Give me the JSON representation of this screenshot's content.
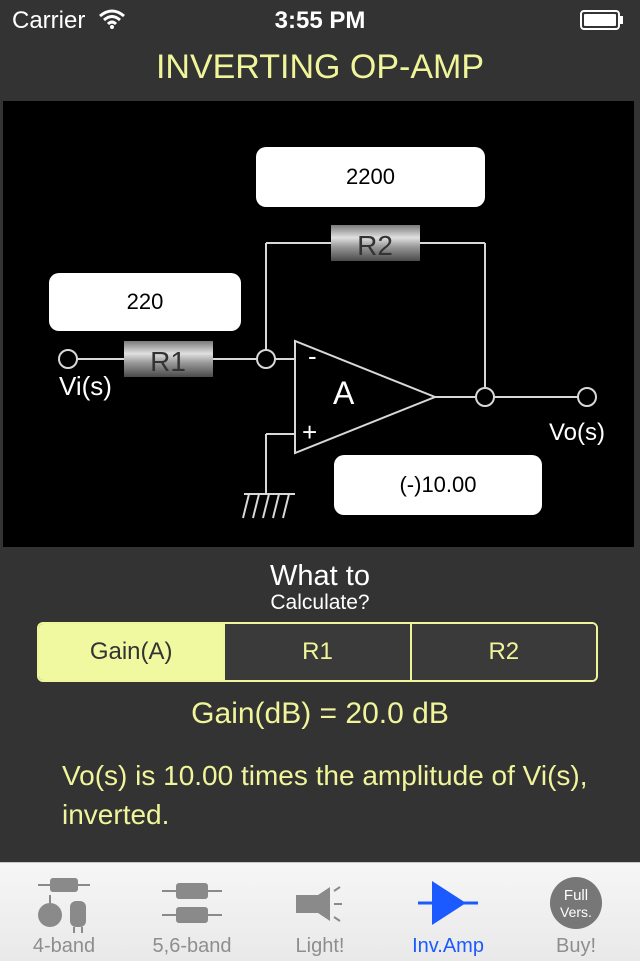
{
  "status_bar": {
    "carrier": "Carrier",
    "time": "3:55 PM"
  },
  "title": "INVERTING OP-AMP",
  "circuit": {
    "r2_value": "2200",
    "r1_value": "220",
    "output_value": "(-)10.00",
    "r1_label": "R1",
    "r2_label": "R2",
    "vi_label": "Vi(s)",
    "vo_label": "Vo(s)",
    "amp_label": "A",
    "minus_sign": "-",
    "plus_sign": "+"
  },
  "question": {
    "line1": "What to",
    "line2": "Calculate?"
  },
  "segments": [
    {
      "label": "Gain(A)",
      "selected": true
    },
    {
      "label": "R1",
      "selected": false
    },
    {
      "label": "R2",
      "selected": false
    }
  ],
  "gain_db": "Gain(dB) = 20.0 dB",
  "result_text": "Vo(s) is 10.00 times the amplitude of Vi(s), inverted.",
  "tabs": [
    {
      "label": "4-band",
      "icon": "resistor-4band-icon",
      "active": false
    },
    {
      "label": "5,6-band",
      "icon": "resistor-56band-icon",
      "active": false
    },
    {
      "label": "Light!",
      "icon": "flashlight-icon",
      "active": false
    },
    {
      "label": "Inv.Amp",
      "icon": "op-amp-icon",
      "active": true
    },
    {
      "label": "Buy!",
      "icon": "full-version-icon",
      "active": false
    }
  ],
  "tab_icon_text": {
    "buy_line1": "Full",
    "buy_line2": "Vers."
  },
  "colors": {
    "accent": "#f1f59a",
    "background": "#333333",
    "active_tab": "#1a5aff"
  }
}
